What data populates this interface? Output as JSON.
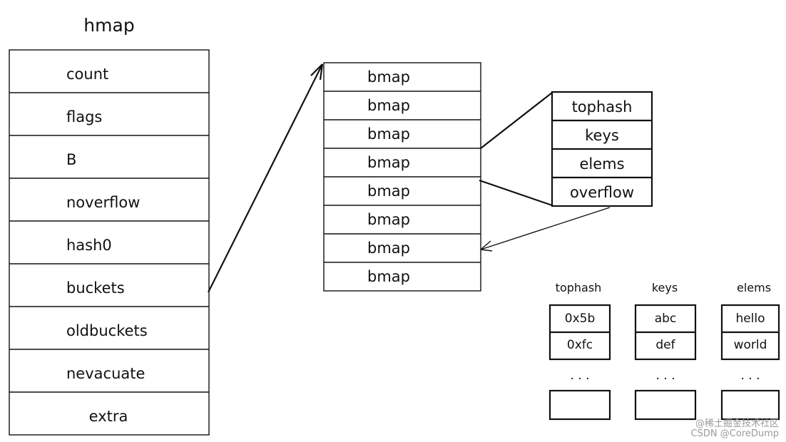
{
  "hmap": {
    "title": "hmap",
    "fields": [
      "count",
      "flags",
      "B",
      "noverflow",
      "hash0",
      "buckets",
      "oldbuckets",
      "nevacuate",
      "extra"
    ]
  },
  "buckets": {
    "items": [
      "bmap",
      "bmap",
      "bmap",
      "bmap",
      "bmap",
      "bmap",
      "bmap",
      "bmap"
    ]
  },
  "bmap_struct": {
    "fields": [
      "tophash",
      "keys",
      "elems",
      "overflow"
    ]
  },
  "arrays": {
    "tophash": {
      "label": "tophash",
      "cells": [
        "0x5b",
        "0xfc"
      ],
      "ellipsis": ". . ."
    },
    "keys": {
      "label": "keys",
      "cells": [
        "abc",
        "def"
      ],
      "ellipsis": ". . ."
    },
    "elems": {
      "label": "elems",
      "cells": [
        "hello",
        "world"
      ],
      "ellipsis": ". . ."
    }
  },
  "watermark": {
    "line1": "@稀土掘金技术社区",
    "line2": "CSDN @CoreDump"
  }
}
